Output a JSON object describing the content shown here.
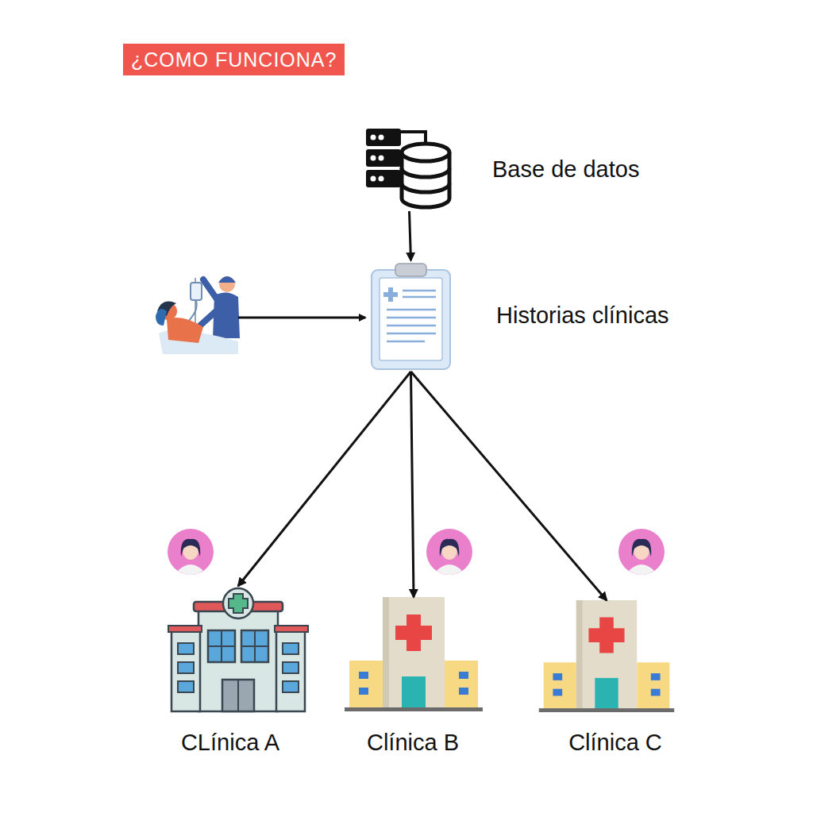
{
  "diagram": {
    "title": "¿COMO FUNCIONA?",
    "nodes": [
      {
        "text": [
          "Base de datos"
        ]
      },
      {
        "text": [
          "Historias clínicas"
        ]
      },
      {
        "text": [
          "CLínica A"
        ]
      },
      {
        "text": [
          "Clínica B"
        ]
      },
      {
        "text": [
          "Clínica C"
        ]
      }
    ],
    "edges": [
      {
        "from": 0,
        "to": 1,
        "arrow": "to"
      },
      {
        "from": 1,
        "to": 2,
        "arrow": "to"
      },
      {
        "from": 1,
        "to": 3,
        "arrow": "to"
      },
      {
        "from": 1,
        "to": 4,
        "arrow": "to"
      }
    ]
  }
}
